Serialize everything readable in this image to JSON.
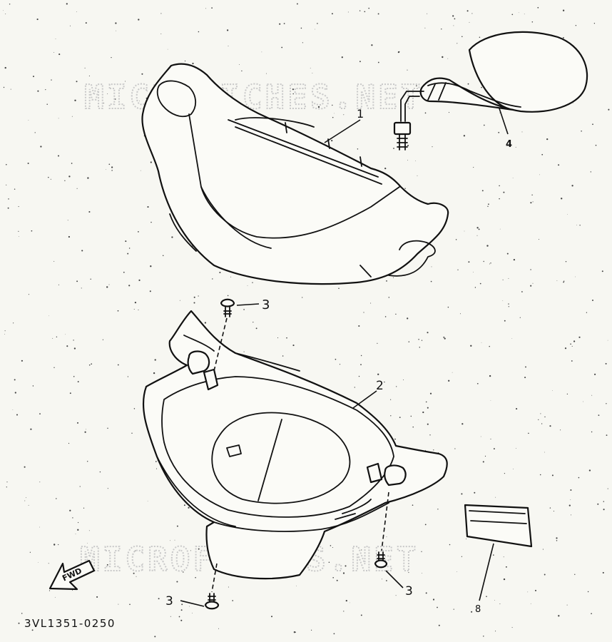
{
  "diagram": {
    "code": "3VL1351-0250",
    "watermark": "MICROFICHES.NET",
    "fwd_label": "FWD",
    "callouts": {
      "p1": "1",
      "p2": "2",
      "p3a": "3",
      "p3b": "3",
      "p3c": "3",
      "p4": "4",
      "p8": "8"
    }
  }
}
